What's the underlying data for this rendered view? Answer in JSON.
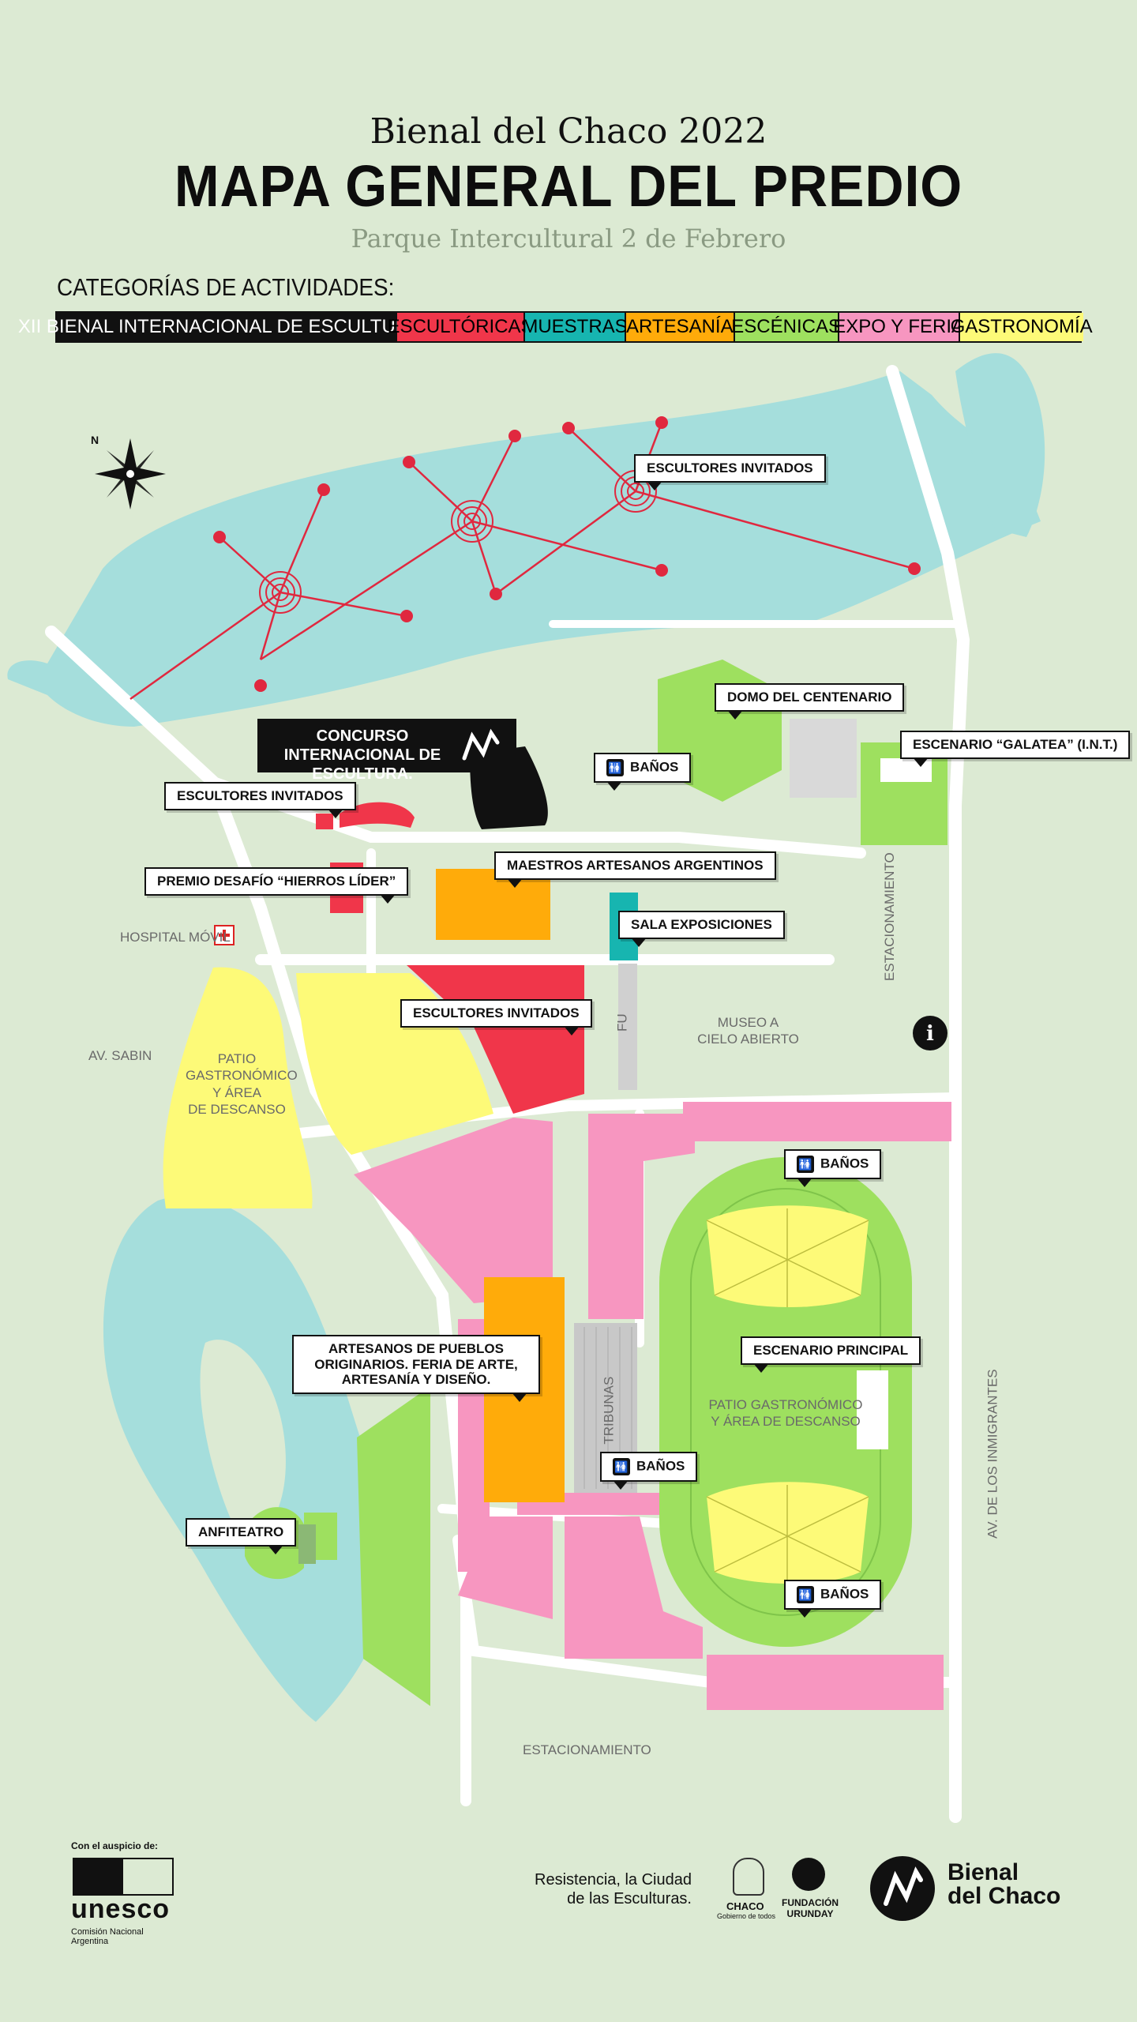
{
  "header": {
    "top": "Bienal del Chaco 2022",
    "title": "MAPA GENERAL DEL PREDIO",
    "subtitle": "Parque Intercultural 2 de Febrero"
  },
  "categories": {
    "heading": "CATEGORÍAS DE ACTIVIDADES:",
    "items": [
      {
        "label": "XII BIENAL INTERNACIONAL DE ESCULTURAS",
        "color": "#111111",
        "text_color": "#ffffff"
      },
      {
        "label": "ESCULTÓRICAS",
        "color": "#f0364a",
        "text_color": "#111111"
      },
      {
        "label": "MUESTRAS",
        "color": "#17b5b0",
        "text_color": "#111111"
      },
      {
        "label": "ARTESANÍA",
        "color": "#ffab0a",
        "text_color": "#111111"
      },
      {
        "label": "ESCÉNICAS",
        "color": "#9ee05f",
        "text_color": "#111111"
      },
      {
        "label": "EXPO Y FERIA",
        "color": "#f796c0",
        "text_color": "#111111"
      },
      {
        "label": "GASTRONOMÍA",
        "color": "#fdfa78",
        "text_color": "#111111"
      }
    ]
  },
  "map": {
    "compass_north": "N",
    "labels": {
      "escultores_invitados_top": "ESCULTORES INVITADOS",
      "domo": "DOMO DEL CENTENARIO",
      "galatea": "ESCENARIO “GALATEA” (I.N.T.)",
      "concurso": "CONCURSO INTERNACIONAL DE ESCULTURA.",
      "banos_1": "BAÑOS",
      "escultores_invitados_left": "ESCULTORES INVITADOS",
      "maestros": "MAESTROS ARTESANOS ARGENTINOS",
      "premio": "PREMIO DESAFÍO “HIERROS LÍDER”",
      "sala": "SALA EXPOSICIONES",
      "escultores_invitados_mid": "ESCULTORES INVITADOS",
      "banos_2": "BAÑOS",
      "artesanos": "ARTESANOS DE PUEBLOS ORIGINARIOS. FERIA DE ARTE, ARTESANÍA Y DISEÑO.",
      "escenario_principal": "ESCENARIO PRINCIPAL",
      "banos_3": "BAÑOS",
      "anfiteatro": "ANFITEATRO",
      "banos_4": "BAÑOS"
    },
    "places": {
      "hospital": "HOSPITAL MÓVIL",
      "av_sabin": "AV. SABIN",
      "patio_gastro_left": "PATIO\nGASTRONÓMICO\nY ÁREA\nDE DESCANSO",
      "museo": "MUSEO A\nCIELO ABIERTO",
      "estacionamiento_right": "ESTACIONAMIENTO",
      "estacionamiento_bottom": "ESTACIONAMIENTO",
      "fu": "FU",
      "tribunas": "TRIBUNAS",
      "patio_gastro_center": "PATIO GASTRONÓMICO\nY ÁREA DE DESCANSO",
      "av_inmigrantes": "AV. DE LOS INMIGRANTES"
    }
  },
  "footer": {
    "auspicio": "Con el auspicio de:",
    "unesco": "unesco",
    "unesco_sub": "Comisión Nacional\nArgentina",
    "slogan": "Resistencia, la Ciudad\nde las Esculturas.",
    "chaco": "CHACO",
    "chaco_sub": "Gobierno de todos",
    "fundacion": "FUNDACIÓN\nURUNDAY",
    "bienal": "Bienal\ndel Chaco"
  },
  "colors": {
    "background": "#dcead3",
    "water": "#a5dedc",
    "path": "#ffffff"
  }
}
